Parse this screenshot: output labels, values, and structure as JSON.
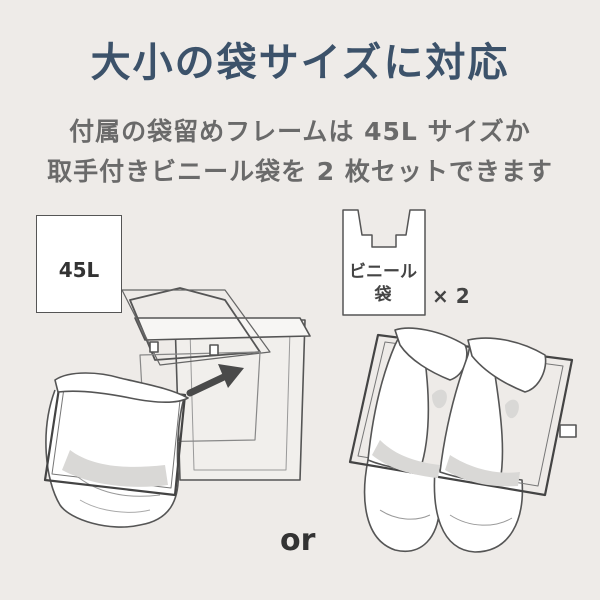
{
  "headline": "大小の袋サイズに対応",
  "subline_1": "付属の袋留めフレームは 45L サイズか",
  "subline_2": "取手付きビニール袋を 2 枚セットできます",
  "bag_45l": "45L",
  "vinyl_bag_line1": "ビニール",
  "vinyl_bag_line2": "袋",
  "multiplier": "× 2",
  "or": "or"
}
